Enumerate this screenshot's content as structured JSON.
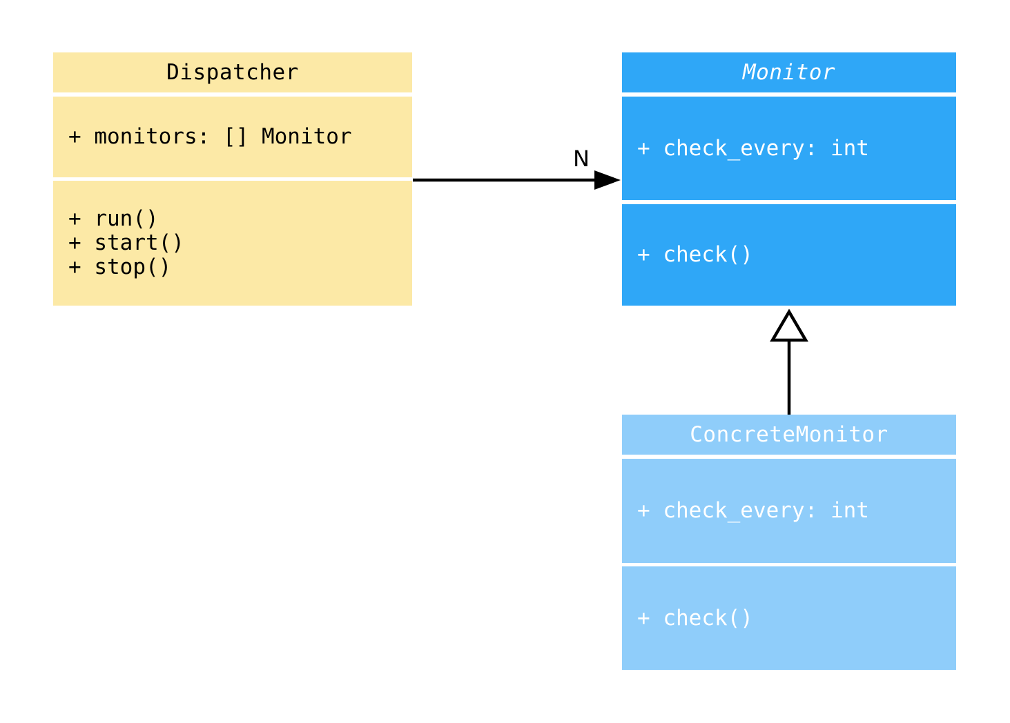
{
  "diagram": {
    "type": "uml-class-diagram",
    "background_color": "#ffffff",
    "classes": [
      {
        "id": "dispatcher",
        "title": "Dispatcher",
        "abstract": false,
        "fill_color": "#FCE9A6",
        "text_color": "#000000",
        "attributes": [
          "+ monitors: [] Monitor"
        ],
        "methods": [
          "+ run()",
          "+ start()",
          "+ stop()"
        ]
      },
      {
        "id": "monitor",
        "title": "Monitor",
        "abstract": true,
        "fill_color": "#2FA7F7",
        "text_color": "#FFFFFF",
        "attributes": [
          "+ check_every: int"
        ],
        "methods": [
          "+ check()"
        ]
      },
      {
        "id": "concrete-monitor",
        "title": "ConcreteMonitor",
        "abstract": false,
        "fill_color": "#8FCDFA",
        "text_color": "#FFFFFF",
        "attributes": [
          "+ check_every: int"
        ],
        "methods": [
          "+ check()"
        ]
      }
    ],
    "relations": [
      {
        "type": "association",
        "from": "Dispatcher",
        "to": "Monitor",
        "label": "N",
        "line_color": "#000000"
      },
      {
        "type": "inheritance",
        "from": "ConcreteMonitor",
        "to": "Monitor",
        "label": "",
        "line_color": "#000000"
      }
    ]
  }
}
